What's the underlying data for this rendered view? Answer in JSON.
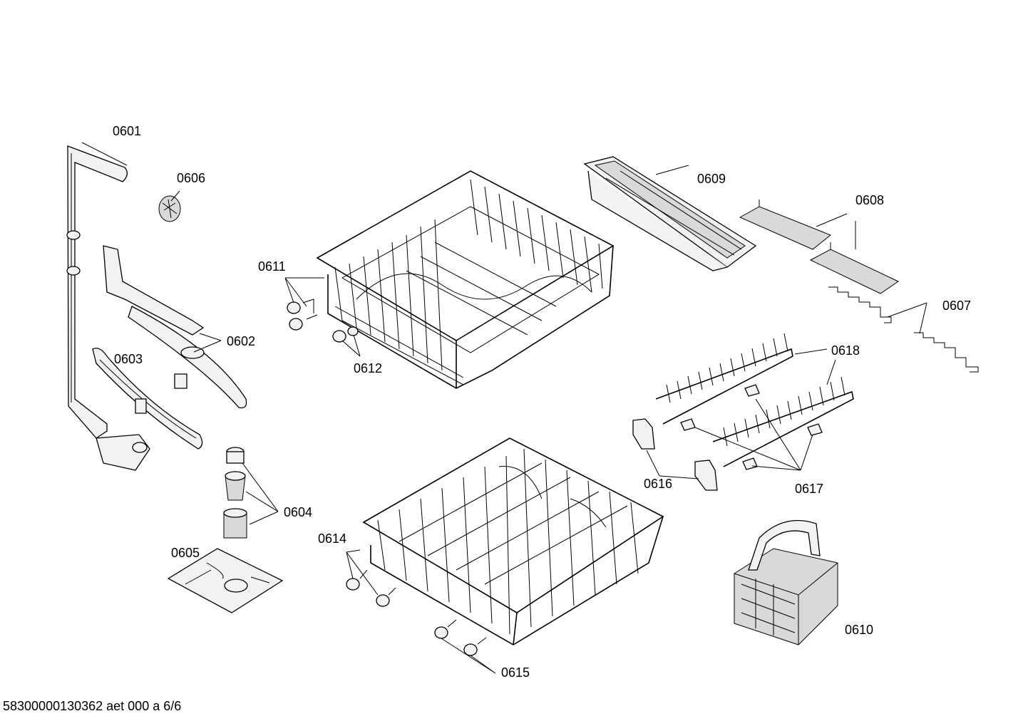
{
  "diagram": {
    "labels": {
      "p0601": "0601",
      "p0602": "0602",
      "p0603": "0603",
      "p0604": "0604",
      "p0605": "0605",
      "p0606": "0606",
      "p0607": "0607",
      "p0608": "0608",
      "p0609": "0609",
      "p0610": "0610",
      "p0611": "0611",
      "p0612": "0612",
      "p0614": "0614",
      "p0615": "0615",
      "p0616": "0616",
      "p0617": "0617",
      "p0618": "0618"
    },
    "footer": "58300000130362 aet 000 a 6/6"
  }
}
